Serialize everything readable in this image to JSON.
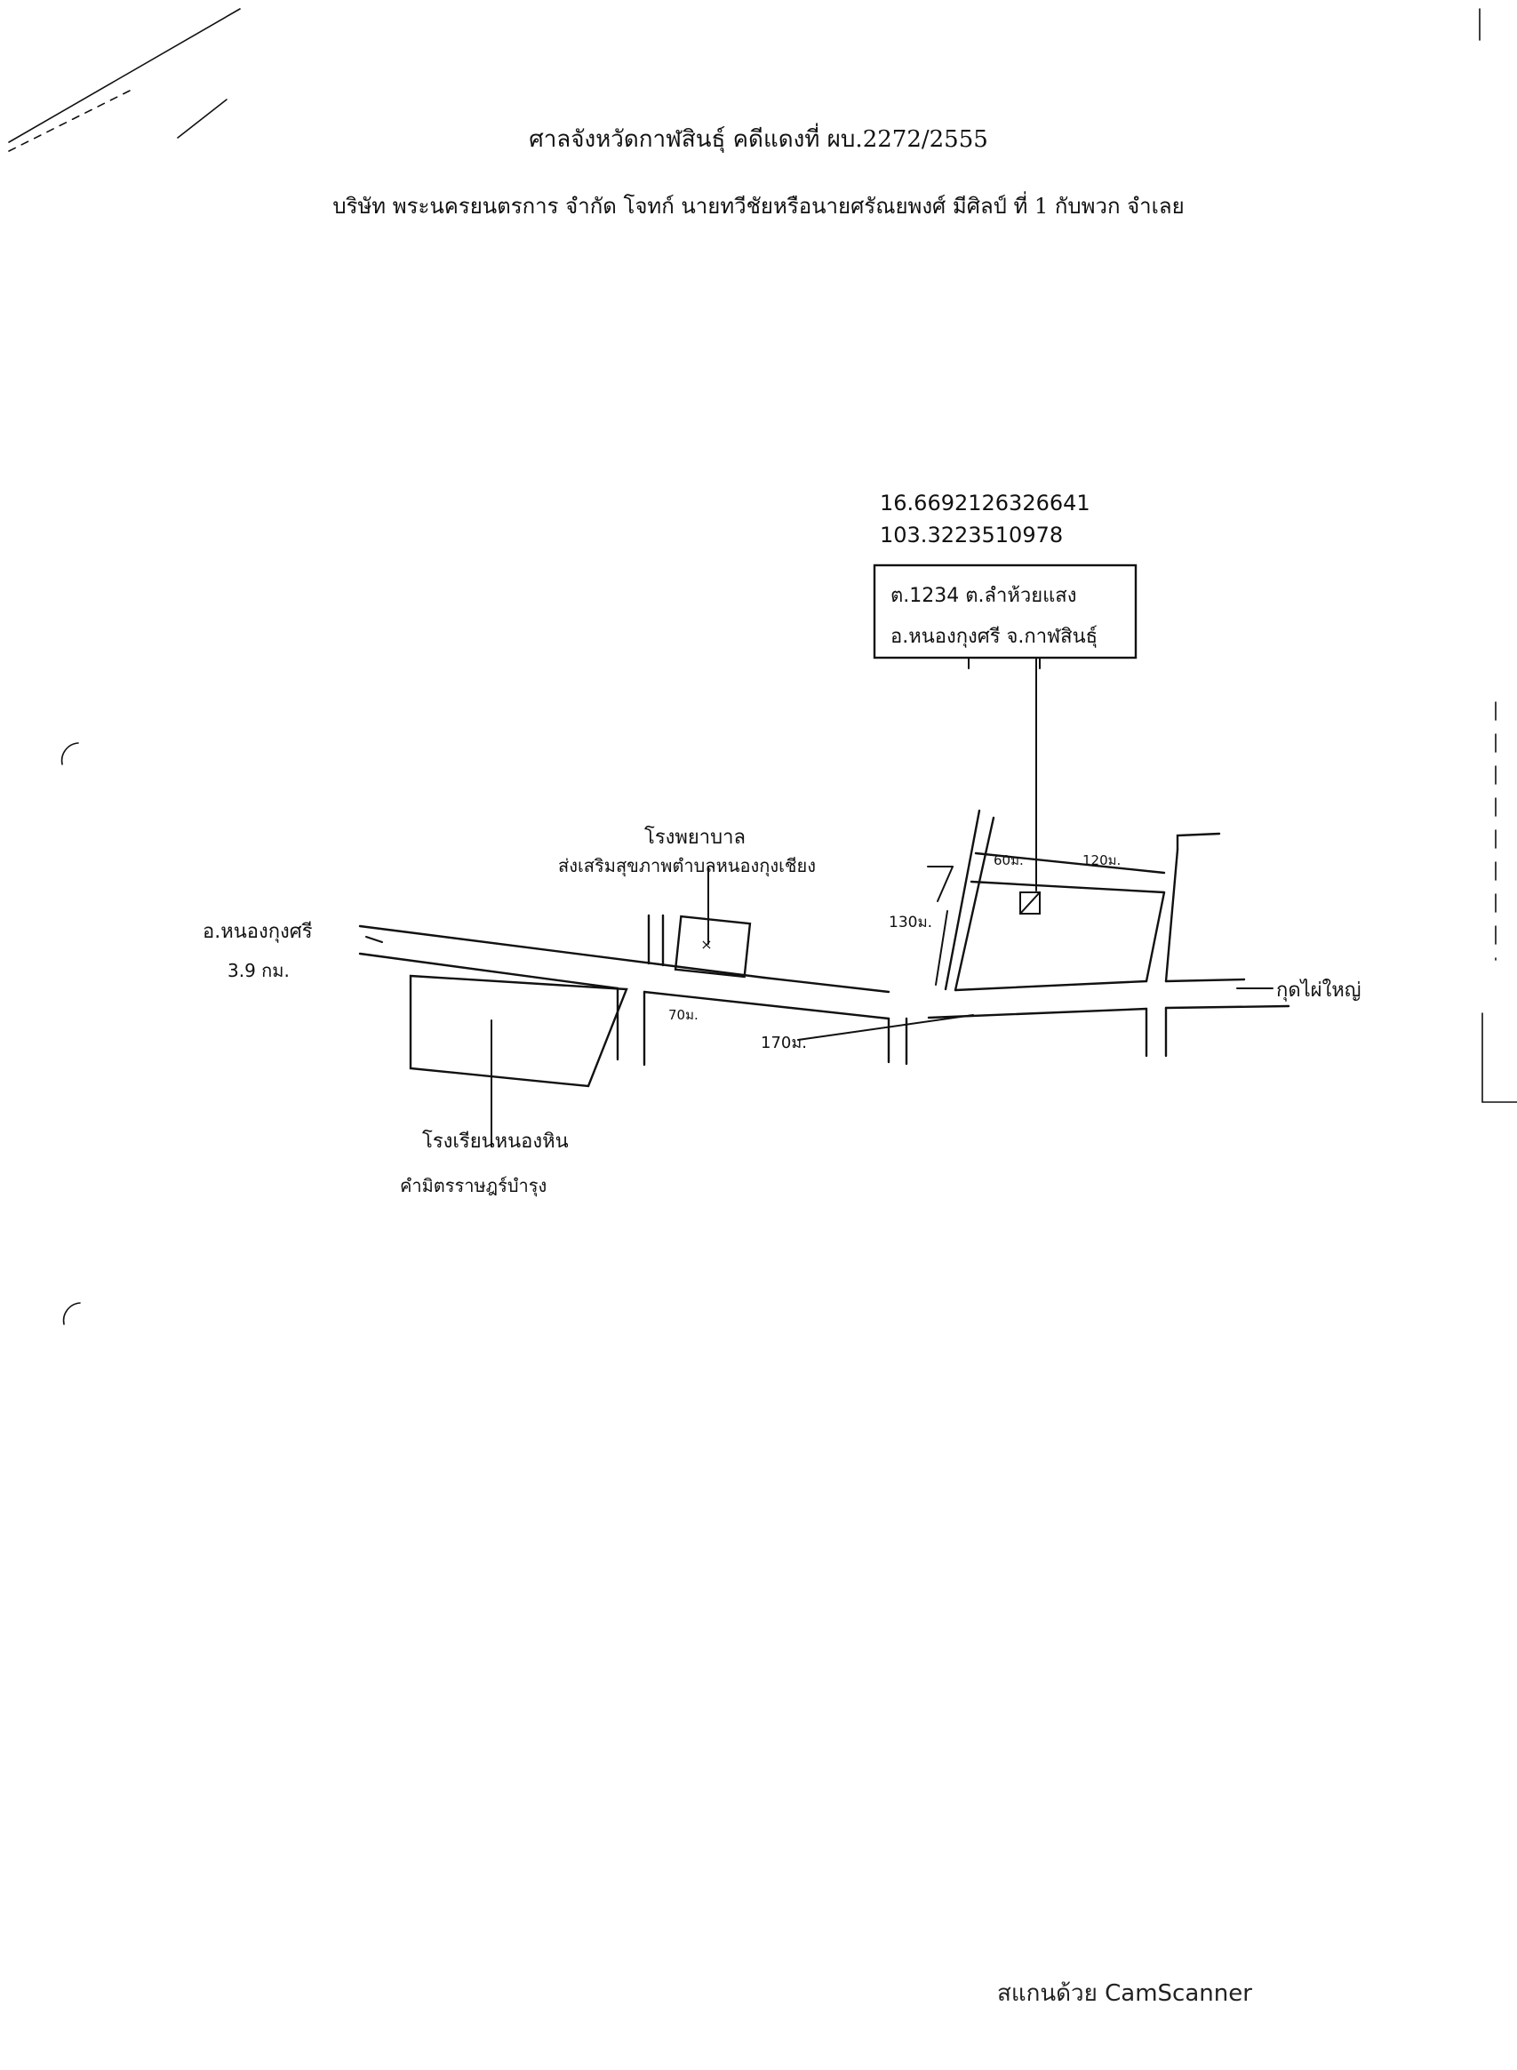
{
  "header": {
    "court_line": "ศาลจังหวัดกาฬสินธุ์ คดีแดงที่ ผบ.2272/2555",
    "parties_line": "บริษัท พระนครยนตรการ จำกัด โจทก์ นายทวีชัยหรือนายศรัณยพงศ์ มีศิลป์ ที่ 1 กับพวก จำเลย"
  },
  "map": {
    "coordinates": [
      "16.6692126326641",
      "103.3223510978"
    ],
    "address_box": [
      "ต.1234 ต.ลำห้วยแสง",
      "อ.หนองกุงศรี จ.กาฬสินธุ์"
    ],
    "west_destination": [
      "อ.หนองกุงศรี",
      "3.9 กม."
    ],
    "east_destination": "กุดไผ่ใหญ่",
    "hospital": [
      "โรงพยาบาล",
      "ส่งเสริมสุขภาพตำบลหนองกุงเชียง"
    ],
    "school": [
      "โรงเรียนหนองหิน",
      "คำมิตรราษฎร์บำรุง"
    ],
    "distances": {
      "d60": "60ม.",
      "d120": "120ม.",
      "d130": "130ม.",
      "d70": "70ม.",
      "d170": "170ม."
    }
  },
  "footer": "สแกนด้วย CamScanner"
}
